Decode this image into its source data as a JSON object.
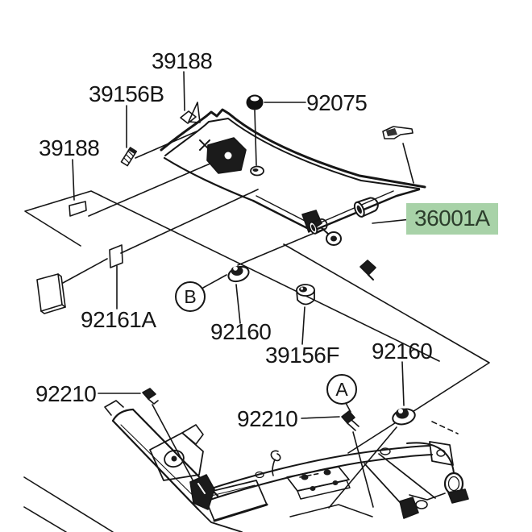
{
  "colors": {
    "background": "#ffffff",
    "line": "#161616",
    "highlight_bg": "#a8d2a8",
    "highlight_text": "#2c3e2c"
  },
  "labels": {
    "l39188_top": "39188",
    "l39156B": "39156B",
    "l92075": "92075",
    "l39188_left": "39188",
    "l36001A": "36001A",
    "l92161A": "92161A",
    "l92160_left": "92160",
    "l39156F": "39156F",
    "l92160_right": "92160",
    "l92210_left": "92210",
    "l92210_center": "92210",
    "refA": "A",
    "refB": "B"
  }
}
